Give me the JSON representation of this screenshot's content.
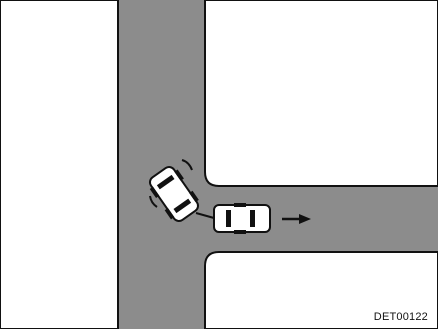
{
  "colors": {
    "background": "#ffffff",
    "road": "#8c8c8c",
    "road_edge": "#111111",
    "vehicle_body": "#ffffff",
    "vehicle_outline": "#111111",
    "frame": "#111111"
  },
  "figure": {
    "code_label": "DET00122",
    "elements": [
      "vertical-road",
      "side-road",
      "towing-vehicle",
      "towed-vehicle",
      "tow-connection",
      "direction-arrow",
      "sway-marks"
    ]
  }
}
